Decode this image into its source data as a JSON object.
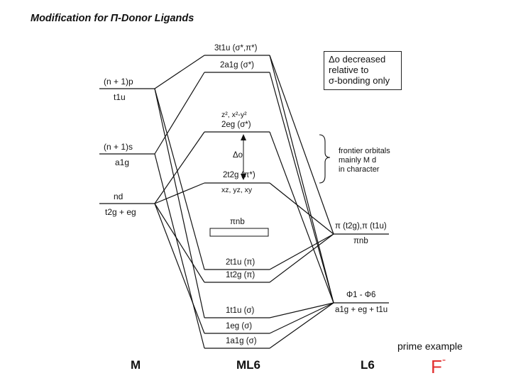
{
  "title": "Modification for  Π-Donor Ligands",
  "metal": {
    "levels": [
      {
        "top": "(n + 1)p",
        "bottom": "t1u"
      },
      {
        "top": "(n + 1)s",
        "bottom": "a1g"
      },
      {
        "top": "nd",
        "bottom": "t2g + eg"
      }
    ],
    "column_label": "M"
  },
  "complex": {
    "levels": [
      "3t1u (σ*,π*)",
      "2a1g (σ*)",
      "z², x²-y²",
      "2eg (σ*)",
      "Δo",
      "2t2g (π*)",
      "xz, yz, xy",
      "πnb",
      "2t1u (π)",
      "1t2g (π)",
      "1t1u (σ)",
      "1eg (σ)",
      "1a1g (σ)"
    ],
    "column_label": "ML6"
  },
  "ligand": {
    "levels": [
      {
        "top": "π (t2g),π (t1u)",
        "bottom": "πnb"
      },
      {
        "top": "Φ1 - Φ6",
        "bottom": "a1g + eg + t1u"
      }
    ],
    "column_label": "L6"
  },
  "delta_box": {
    "line1": "Δo decreased",
    "line2": "relative to",
    "line3": "σ-bonding only"
  },
  "frontier_note": {
    "line1": "frontier orbitals",
    "line2": "mainly M d",
    "line3": "in character"
  },
  "example": {
    "label": "prime example",
    "ion": "F",
    "charge": "-"
  }
}
